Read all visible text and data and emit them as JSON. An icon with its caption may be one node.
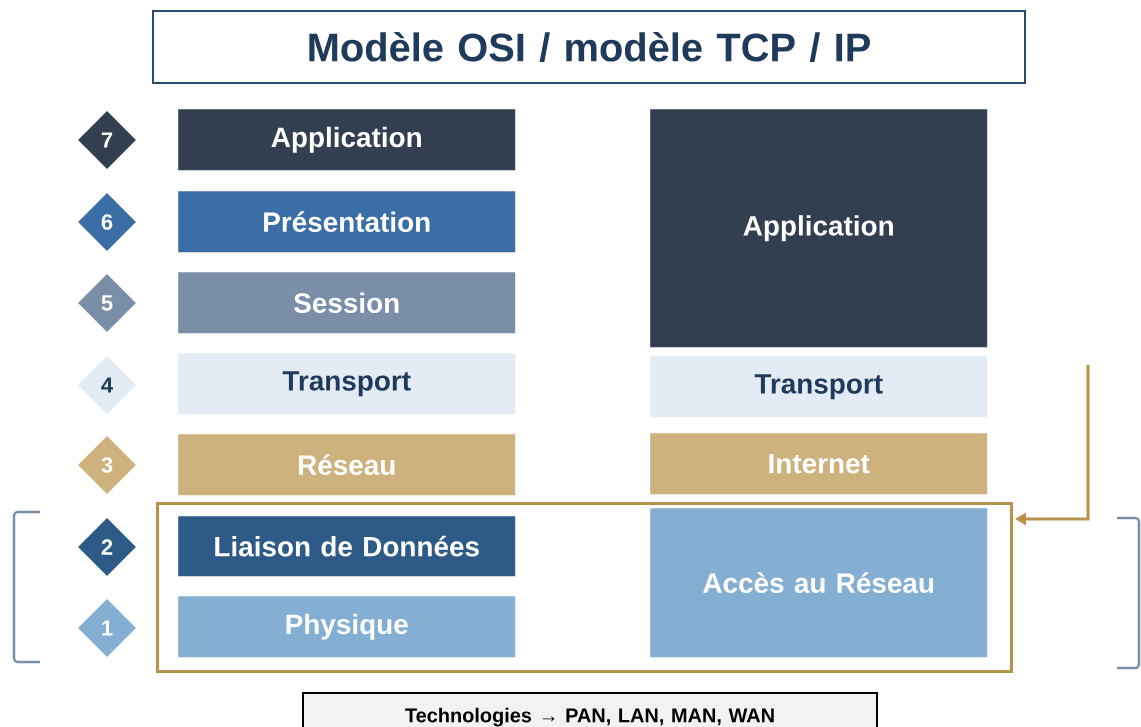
{
  "diagram": {
    "title": "Modèle OSI / modèle TCP / IP",
    "nodes": [
      {
        "text": [
          "7"
        ]
      },
      {
        "text": [
          "Application"
        ]
      },
      {
        "text": [
          "Application"
        ]
      },
      {
        "text": [
          "6"
        ]
      },
      {
        "text": [
          "Présentation"
        ]
      },
      {
        "text": [
          "5"
        ]
      },
      {
        "text": [
          "Session"
        ]
      },
      {
        "text": [
          "4"
        ]
      },
      {
        "text": [
          "Transport"
        ]
      },
      {
        "text": [
          "Transport"
        ]
      },
      {
        "text": [
          "3"
        ]
      },
      {
        "text": [
          "Réseau"
        ]
      },
      {
        "text": [
          "Internet"
        ]
      },
      {
        "text": [],
        "shape": "box"
      },
      {
        "text": [
          "2"
        ]
      },
      {
        "text": [
          "Liaison de Données"
        ],
        "in": 13
      },
      {
        "text": [
          "Accès au Réseau"
        ],
        "in": 13
      },
      {
        "text": [
          "1"
        ]
      },
      {
        "text": [
          "Physique"
        ],
        "in": 13
      },
      {
        "text": [
          "Technologies → PAN, LAN, MAN, WAN"
        ]
      }
    ],
    "edges": [
      {
        "from": null,
        "to": 13,
        "arrow": "to"
      }
    ]
  }
}
